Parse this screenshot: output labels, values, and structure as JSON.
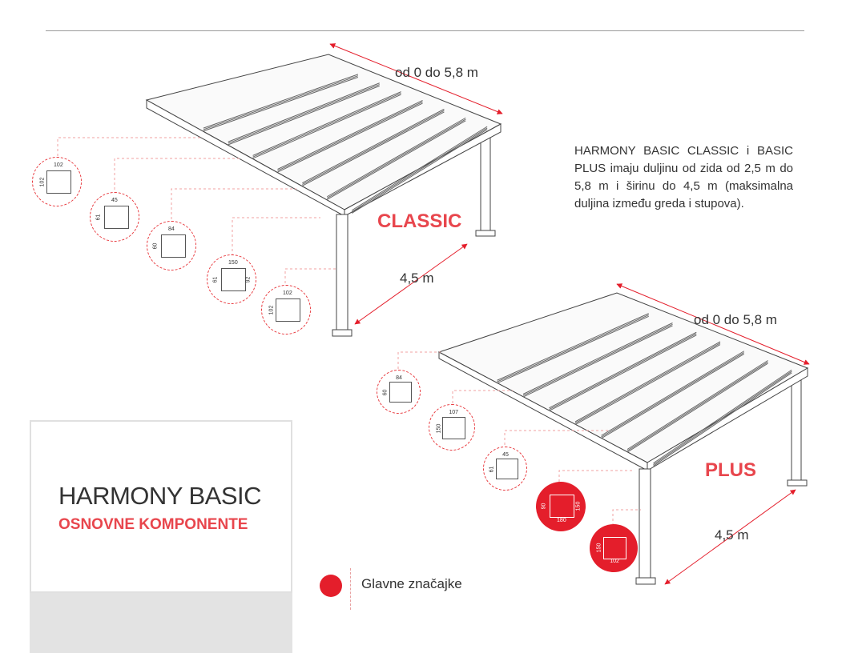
{
  "classic": {
    "label": "CLASSIC",
    "length_dim": "od 0 do 5,8 m",
    "width_dim": "4,5 m",
    "profiles": [
      {
        "w": "102",
        "h": "102",
        "highlight": false
      },
      {
        "w": "45",
        "h": "61",
        "highlight": false
      },
      {
        "w": "84",
        "h": "60",
        "highlight": false
      },
      {
        "w": "150",
        "h": "61",
        "h2": "92",
        "highlight": false
      },
      {
        "w": "102",
        "h": "102",
        "highlight": false
      }
    ]
  },
  "plus": {
    "label": "PLUS",
    "length_dim": "od 0 do 5,8 m",
    "width_dim": "4,5 m",
    "profiles": [
      {
        "w": "84",
        "h": "60",
        "highlight": false
      },
      {
        "w": "107",
        "h": "150",
        "highlight": false
      },
      {
        "w": "45",
        "h": "61",
        "highlight": false
      },
      {
        "w": "180",
        "h": "90",
        "h2": "150",
        "highlight": true
      },
      {
        "w": "102",
        "h": "150",
        "highlight": true
      }
    ]
  },
  "description": "HARMONY BASIC CLASSIC i BASIC PLUS imaju duljinu od zida od 2,5 m do 5,8 m i širinu do 4,5 m (maksimalna duljina između greda i stupova).",
  "card": {
    "title": "HARMONY BASIC",
    "subtitle": "OSNOVNE KOMPONENTE"
  },
  "legend": {
    "label": "Glavne značajke"
  },
  "colors": {
    "accent": "#e41e2b",
    "label_red": "#e8464d",
    "line": "#555555"
  }
}
